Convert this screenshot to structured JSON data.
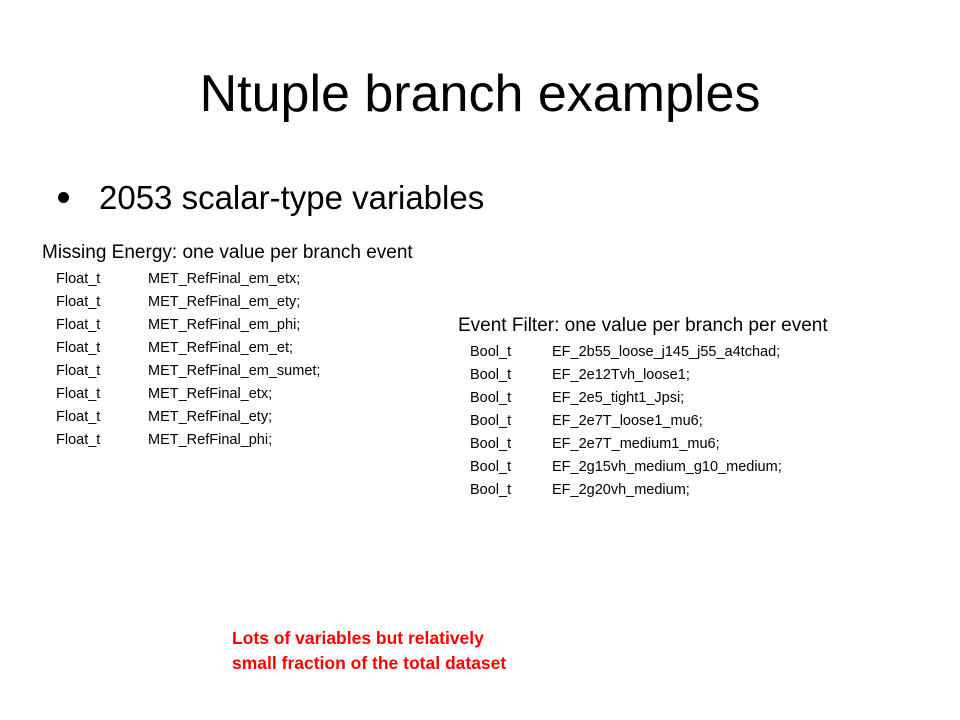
{
  "slide": {
    "title": "Ntuple branch examples",
    "bullet": "2053 scalar-type variables"
  },
  "met_block": {
    "heading": "Missing Energy: one value per branch  event",
    "rows": [
      {
        "type": "Float_t",
        "name": "MET_RefFinal_em_etx;"
      },
      {
        "type": "Float_t",
        "name": "MET_RefFinal_em_ety;"
      },
      {
        "type": "Float_t",
        "name": "MET_RefFinal_em_phi;"
      },
      {
        "type": "Float_t",
        "name": "MET_RefFinal_em_et;"
      },
      {
        "type": "Float_t",
        "name": "MET_RefFinal_em_sumet;"
      },
      {
        "type": "Float_t",
        "name": "MET_RefFinal_etx;"
      },
      {
        "type": "Float_t",
        "name": "MET_RefFinal_ety;"
      },
      {
        "type": "Float_t",
        "name": "MET_RefFinal_phi;"
      }
    ]
  },
  "ef_block": {
    "heading": "Event Filter: one value per branch per event",
    "rows": [
      {
        "type": "Bool_t",
        "name": "EF_2b55_loose_j145_j55_a4tchad;"
      },
      {
        "type": "Bool_t",
        "name": "EF_2e12Tvh_loose1;"
      },
      {
        "type": "Bool_t",
        "name": "EF_2e5_tight1_Jpsi;"
      },
      {
        "type": "Bool_t",
        "name": "EF_2e7T_loose1_mu6;"
      },
      {
        "type": "Bool_t",
        "name": "EF_2e7T_medium1_mu6;"
      },
      {
        "type": "Bool_t",
        "name": "EF_2g15vh_medium_g10_medium;"
      },
      {
        "type": "Bool_t",
        "name": "EF_2g20vh_medium;"
      }
    ]
  },
  "note": {
    "text": "Lots of variables but relatively\nsmall fraction of the total dataset",
    "color": "#ff0000"
  }
}
